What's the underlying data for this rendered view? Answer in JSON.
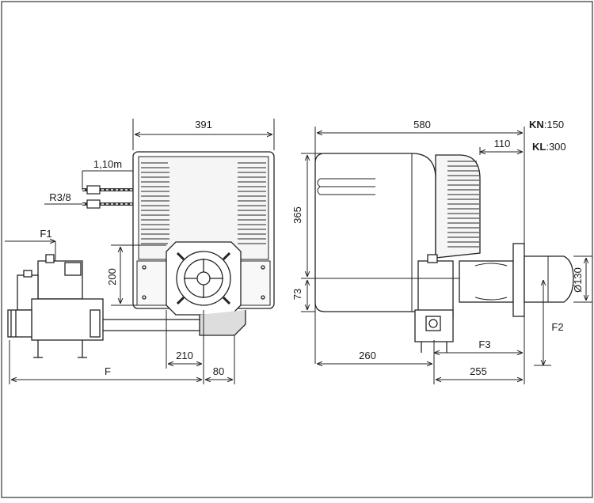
{
  "drawing": {
    "left_view": {
      "width_label": "391",
      "hose_length_label": "1,10m",
      "thread_label": "R3/8",
      "f1_label": "F1",
      "height_label": "200",
      "offset_210_label": "210",
      "offset_80_label": "80",
      "f_label": "F"
    },
    "side_view": {
      "length_label": "580",
      "kn_key": "KN",
      "kn_value": ":150",
      "kl_key": "KL",
      "kl_value": ":300",
      "tube_label": "110",
      "height_365_label": "365",
      "height_73_label": "73",
      "diameter_label": "Ø130",
      "f2_label": "F2",
      "f3_label": "F3",
      "depth_260_label": "260",
      "depth_255_label": "255"
    }
  }
}
